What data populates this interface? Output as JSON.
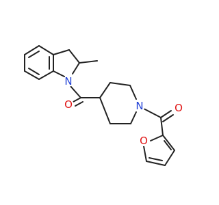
{
  "molecule": {
    "atoms": {
      "n_indoline": {
        "symbol": "N",
        "color": "#1f3fd6"
      },
      "n_piperidine": {
        "symbol": "N",
        "color": "#1f3fd6"
      },
      "o_carbonyl_1": {
        "symbol": "O",
        "color": "#e01515"
      },
      "o_carbonyl_2": {
        "symbol": "O",
        "color": "#e01515"
      },
      "o_furan": {
        "symbol": "O",
        "color": "#e01515"
      }
    },
    "bond_color": "#222222",
    "background": "#ffffff"
  }
}
